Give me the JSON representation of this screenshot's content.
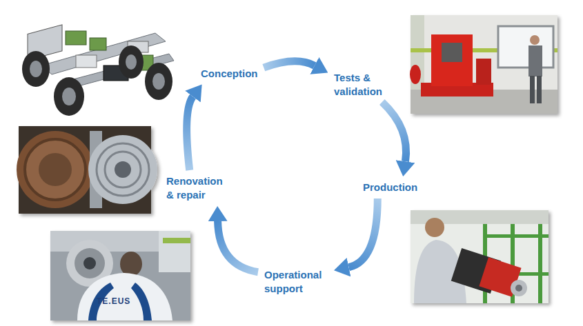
{
  "diagram": {
    "nodes": [
      {
        "text": [
          "Conception"
        ]
      },
      {
        "text": [
          "Tests & validation"
        ]
      },
      {
        "text": [
          "Production"
        ]
      },
      {
        "text": [
          "Operational support"
        ]
      },
      {
        "text": [
          "Renovation & repair"
        ]
      }
    ],
    "edges": [
      {
        "from": 0,
        "to": 1,
        "arrow": "to"
      },
      {
        "from": 1,
        "to": 2,
        "arrow": "to"
      },
      {
        "from": 2,
        "to": 3,
        "arrow": "to"
      },
      {
        "from": 3,
        "to": 4,
        "arrow": "to"
      },
      {
        "from": 4,
        "to": 0,
        "arrow": "to"
      }
    ],
    "labels": [
      "TE.EUS"
    ]
  }
}
